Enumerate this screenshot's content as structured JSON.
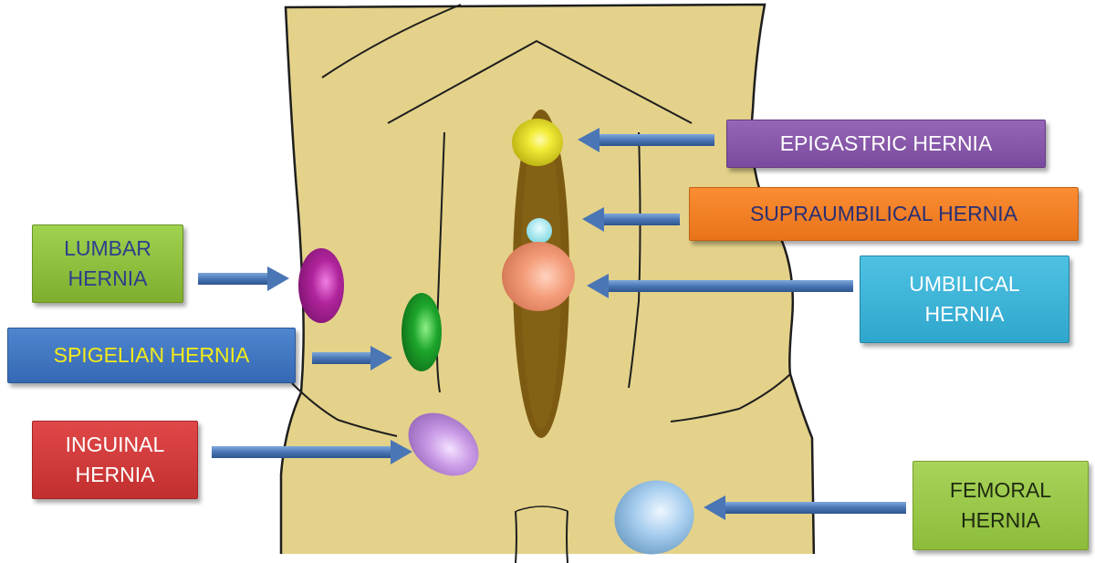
{
  "labels": {
    "lumbar": "LUMBAR\nHERNIA",
    "spigelian": "SPIGELIAN HERNIA",
    "inguinal": "INGUINAL\nHERNIA",
    "epigastric": "EPIGASTRIC HERNIA",
    "supraumbilical": "SUPRAUMBILICAL HERNIA",
    "umbilical": "UMBILICAL\nHERNIA",
    "femoral": "FEMORAL\nHERNIA"
  },
  "colors": {
    "torso_fill": "#e4d28a",
    "torso_outline": "#1e1e1e",
    "linea_alba": "#7d5a12",
    "arrow": "#4a76b5",
    "lumbar_bulge": "#b0249c",
    "spigelian_bulge": "#1ea62c",
    "inguinal_bulge": "#c99ae6",
    "epigastric_bulge": "#ece72a",
    "supraumbilical_bulge": "#9ce8ee",
    "umbilical_bulge": "#f49d7a",
    "femoral_bulge": "#a6cdee",
    "lumbar_text": "#2d3e8c",
    "spigelian_text": "#f2ea1c",
    "inguinal_text": "#ffffff",
    "epigastric_text": "#ffffff",
    "supraumbilical_text": "#2b2f72",
    "umbilical_text": "#ffffff",
    "femoral_text": "#1f2a10"
  }
}
